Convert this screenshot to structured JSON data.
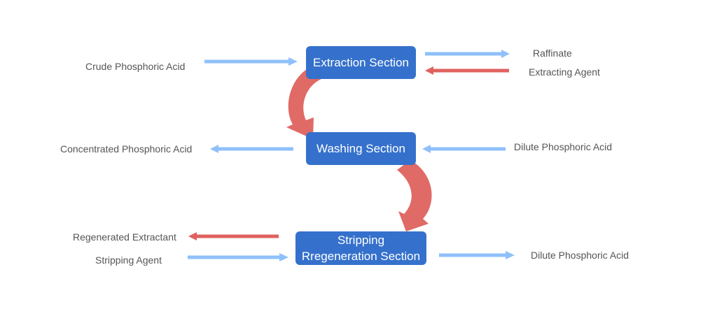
{
  "colors": {
    "box_fill": "#3571cc",
    "box_text": "#ffffff",
    "flow_arrow_blue": "#8fc0fb",
    "flow_arrow_red": "#e0625f",
    "curved_arrow": "#e06a66",
    "label_text": "#555555"
  },
  "sections": {
    "extraction": "Extraction Section",
    "washing": "Washing Section",
    "stripping_line1": "Stripping",
    "stripping_line2": "Rregeneration Section"
  },
  "streams": {
    "crude_phosphoric_acid": "Crude Phosphoric Acid",
    "raffinate": "Raffinate",
    "extracting_agent": "Extracting Agent",
    "concentrated_phosphoric_acid": "Concentrated Phosphoric Acid",
    "dilute_phosphoric_acid_in": "Dilute Phosphoric Acid",
    "regenerated_extractant": "Regenerated Extractant",
    "stripping_agent": "Stripping Agent",
    "dilute_phosphoric_acid_out": "Dilute Phosphoric Acid"
  }
}
